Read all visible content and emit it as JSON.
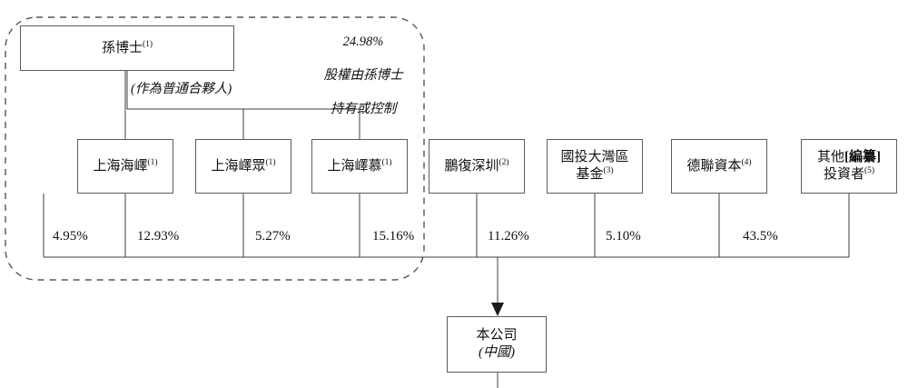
{
  "diagram": {
    "title": "Shareholding structure chart",
    "colors": {
      "box_border": "#5c5c5c",
      "wire": "#444444",
      "dashed_border": "#555555",
      "background": "#ffffff"
    },
    "dashed_group": {
      "annotation_line1": "24.98%",
      "annotation_line2": "股權由孫博士",
      "annotation_line3": "持有或控制"
    },
    "top_node": {
      "label": "孫博士",
      "footnote": "(1)"
    },
    "gp_note": "(作為普通合夥人)",
    "entities": [
      {
        "name": "shanghai-haiyi",
        "line1": "上海海嶧",
        "line2": "",
        "footnote": "(1)",
        "pct": "4.95%",
        "bracket": ""
      },
      {
        "name": "shanghai-yizhong",
        "line1": "上海嶧眾",
        "line2": "",
        "footnote": "(1)",
        "pct": "12.93%",
        "bracket": ""
      },
      {
        "name": "shanghai-yimu",
        "line1": "上海嶧慕",
        "line2": "",
        "footnote": "(1)",
        "pct": "5.27%",
        "bracket": ""
      },
      {
        "name": "pengfu-shenzhen",
        "line1": "鵬復深圳",
        "line2": "",
        "footnote": "(2)",
        "pct": "15.16%",
        "bracket": ""
      },
      {
        "name": "guotou-greater-bay-fund",
        "line1": "國投大灣區",
        "line2": "基金",
        "footnote": "(3)",
        "pct": "11.26%",
        "bracket": ""
      },
      {
        "name": "delian-capital",
        "line1": "德聯資本",
        "line2": "",
        "footnote": "(4)",
        "pct": "5.10%",
        "bracket": ""
      },
      {
        "name": "other-investors",
        "line1": "其他",
        "line2": "投資者",
        "footnote": "(5)",
        "pct": "43.5%",
        "bracket": "[編纂]"
      }
    ],
    "company_node": {
      "line1": "本公司",
      "line2": "(中國)"
    }
  }
}
